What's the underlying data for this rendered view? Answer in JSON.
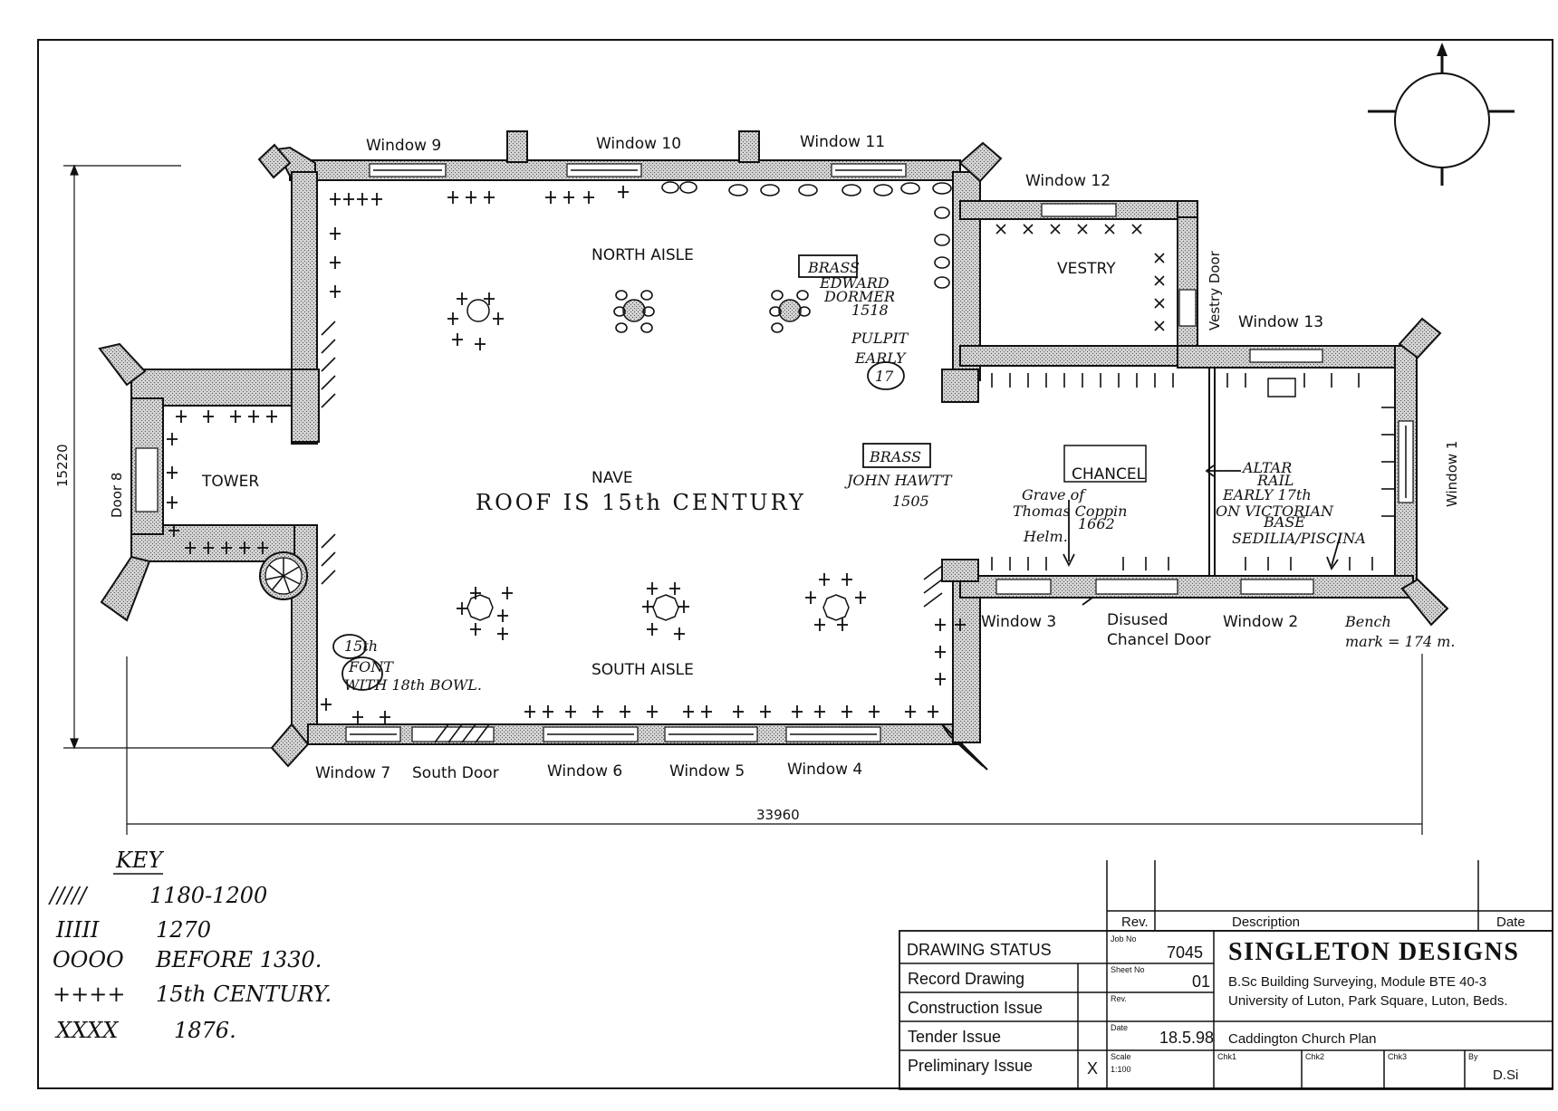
{
  "labels": {
    "north_aisle": "NORTH AISLE",
    "south_aisle": "SOUTH AISLE",
    "nave": "NAVE",
    "tower": "TOWER",
    "vestry": "VESTRY",
    "chancel": "CHANCEL",
    "door8": "Door 8",
    "vestry_door": "Vestry Door",
    "windows": {
      "w1": "Window 1",
      "w2": "Window 2",
      "w3": "Window 3",
      "w4": "Window 4",
      "w5": "Window 5",
      "w6": "Window 6",
      "w7": "Window 7",
      "w9": "Window 9",
      "w10": "Window 10",
      "w11": "Window 11",
      "w12": "Window 12",
      "w13": "Window 13"
    },
    "south_door": "South Door",
    "disused_door_1": "Disused",
    "disused_door_2": "Chancel Door",
    "dim_width": "33960",
    "dim_height": "15220"
  },
  "annotations": {
    "brass1_box": "BRASS",
    "brass1_l1": "EDWARD",
    "brass1_l2": "DORMER",
    "brass1_l3": "1518",
    "pulpit_l1": "PULPIT",
    "pulpit_l2": "EARLY",
    "pulpit_l3": "17",
    "brass2_box": "BRASS",
    "brass2_l1": "JOHN HAWTT",
    "brass2_l2": "1505",
    "roof": "ROOF IS 15th CENTURY",
    "grave_l1": "Grave of",
    "grave_l2": "Thomas Coppin",
    "grave_l3": "1662",
    "grave_l4": "Helm.",
    "altar_l1": "ALTAR",
    "altar_l2": "RAIL",
    "altar_l3": "EARLY 17th",
    "altar_l4": "ON VICTORIAN",
    "altar_l5": "BASE",
    "sedilia": "SEDILIA/PISCINA",
    "font_l1": "15th",
    "font_l2": "FONT",
    "font_l3": "WITH 18th BOWL.",
    "bench_l1": "Bench",
    "bench_l2": "mark = 174 m."
  },
  "key": {
    "title": "KEY",
    "items": [
      {
        "symbol": "/////",
        "label": "1180-1200"
      },
      {
        "symbol": "IIIII",
        "label": "1270"
      },
      {
        "symbol": "OOOO",
        "label": "BEFORE 1330."
      },
      {
        "symbol": "++++",
        "label": "15th CENTURY."
      },
      {
        "symbol": "XXXX",
        "label": "1876."
      }
    ]
  },
  "title_block": {
    "rev_header": "Rev.",
    "description_header": "Description",
    "date_header": "Date",
    "drawing_status_header": "DRAWING STATUS",
    "statuses": [
      {
        "label": "Record Drawing",
        "mark": ""
      },
      {
        "label": "Construction Issue",
        "mark": ""
      },
      {
        "label": "Tender Issue",
        "mark": ""
      },
      {
        "label": "Preliminary Issue",
        "mark": "X"
      }
    ],
    "job_no_label": "Job No",
    "job_no": "7045",
    "sheet_no_label": "Sheet No",
    "sheet_no": "01",
    "rev_label": "Rev.",
    "date_label": "Date",
    "date": "18.5.98",
    "scale_label": "Scale",
    "scale": "1:100",
    "company": "SINGLETON DESIGNS",
    "course": "B.Sc Building Surveying, Module BTE 40-3",
    "address": "University of Luton, Park Square, Luton, Beds.",
    "project": "Caddington Church Plan",
    "chk1": "Chk1",
    "chk2": "Chk2",
    "chk3": "Chk3",
    "by_label": "By",
    "by": "D.Si"
  }
}
